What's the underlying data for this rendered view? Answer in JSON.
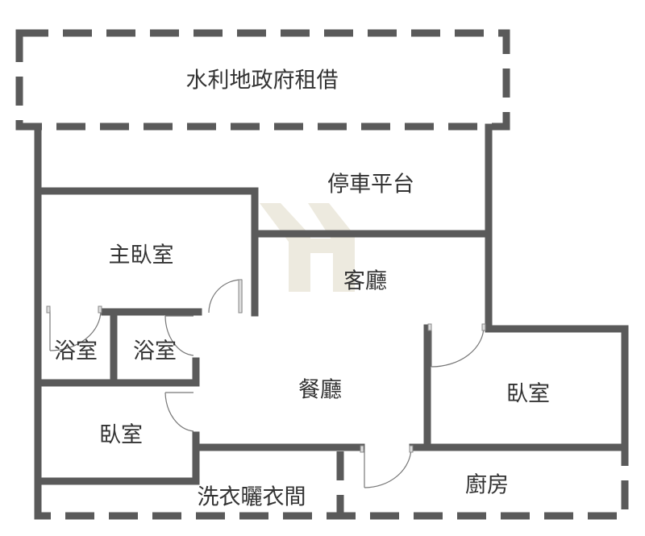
{
  "title": "Floor plan",
  "rooms": {
    "leased_land": "水利地政府租借",
    "parking_platform": "停車平台",
    "master_bedroom": "主臥室",
    "living_room": "客廳",
    "bathroom_1": "浴室",
    "bathroom_2": "浴室",
    "dining_room": "餐廳",
    "bedroom_left": "臥室",
    "bedroom_right": "臥室",
    "laundry_room": "洗衣曬衣間",
    "kitchen": "廚房"
  },
  "colors": {
    "wall": "#5a5a5a",
    "watermark": "#e9e4d6"
  }
}
